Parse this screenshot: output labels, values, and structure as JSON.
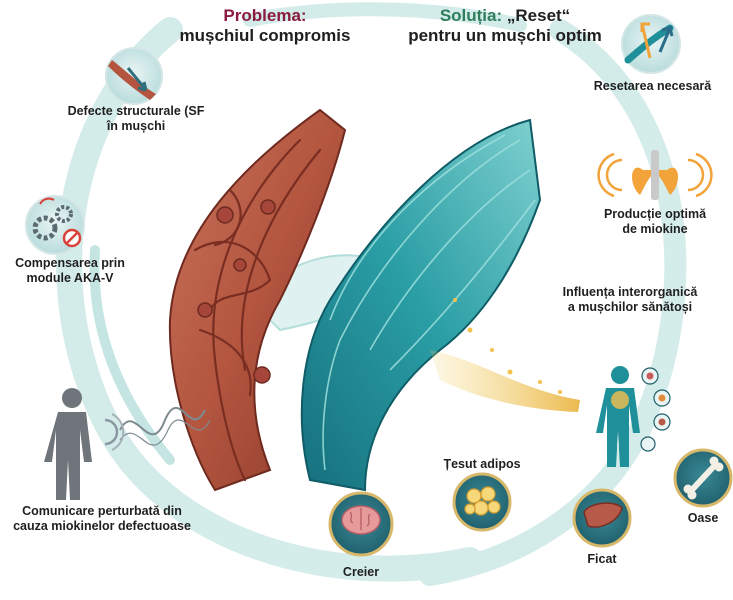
{
  "problem": {
    "heading_colored": "Problema:",
    "heading_sub": "mușchiul compromis",
    "color": "#8b1a3f",
    "labels": {
      "structural": "Defecte structurale (SF\nîn mușchi",
      "compensation": "Compensarea prin\nmodule AKA-V",
      "communication": "Comunicare perturbată din\ncauza miokinelor defectuoase"
    }
  },
  "solution": {
    "heading_colored": "Soluția:",
    "heading_rest": " „Reset“",
    "heading_sub": "pentru un mușchi optim",
    "color": "#2e7d5b",
    "labels": {
      "reset": "Resetarea necesară",
      "myokine": "Producție optimă\nde miokine",
      "influence": "Influența interorganică\na mușchilor sănătoși"
    }
  },
  "organs": {
    "brain": "Creier",
    "adipose": "Țesut adipos",
    "liver": "Ficat",
    "bone": "Oase"
  },
  "colors": {
    "healthy_muscle": "#1f8f9a",
    "damaged_muscle": "#b3553f",
    "swirl": "#bfe3e0",
    "badge_ring": "#1e5e6a",
    "myokine_glow": "#f2c14e"
  },
  "icons": {
    "structural": "damaged-muscle-icon",
    "compensation": "gears-blocked-icon",
    "communication": "human-silhouette-icon",
    "reset": "reset-arrows-icon",
    "myokine": "thyroid-signal-icon",
    "influence": "human-organs-icon",
    "brain": "brain-icon",
    "adipose": "fat-cells-icon",
    "liver": "liver-icon",
    "bone": "bone-icon"
  }
}
